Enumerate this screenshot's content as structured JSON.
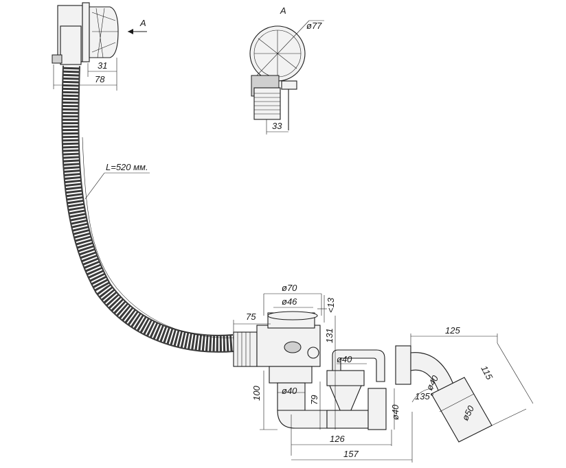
{
  "view_label": "A",
  "view_marker": "A",
  "dimensions": {
    "d77": "ø77",
    "w33": "33",
    "w31": "31",
    "w78": "78",
    "hose_length": "L=520 мм.",
    "d70": "ø70",
    "d46": "ø46",
    "h13": "<13",
    "w75": "75",
    "h131": "131",
    "h100": "100",
    "d40_left": "ø40",
    "h79": "79",
    "d40_top": "ø40",
    "d40_right": "ø40",
    "w126": "126",
    "w157": "157",
    "w125": "125",
    "d40_elbow": "ø40",
    "angle135": "135°",
    "d50": "ø50",
    "h115": "115"
  },
  "colors": {
    "line": "#1a1a1a",
    "fill": "#f2f2f2",
    "shade": "#cfcfcf"
  }
}
